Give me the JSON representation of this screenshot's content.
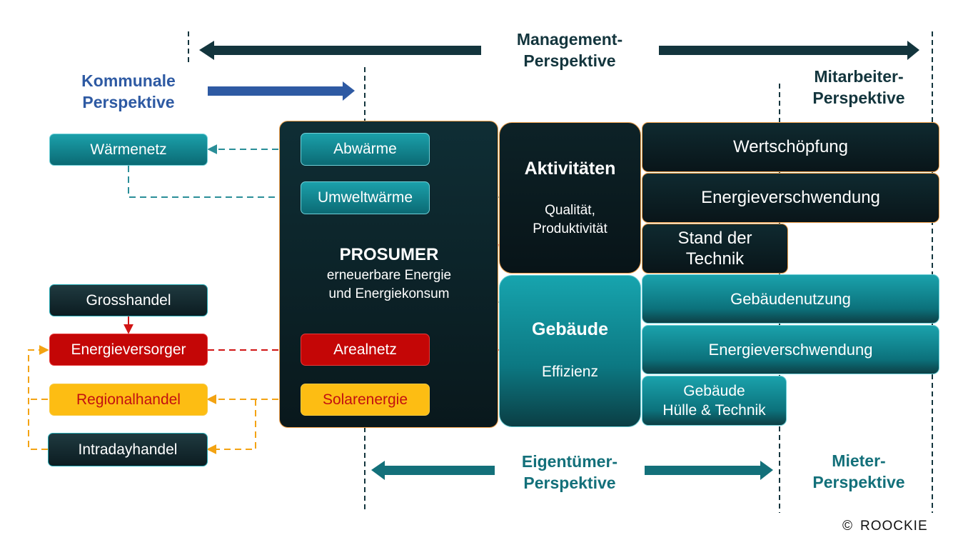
{
  "perspectives": {
    "management": "Management-\nPerspektive",
    "kommunale": "Kommunale\nPerspektive",
    "mitarbeiter": "Mitarbeiter-\nPerspektive",
    "eigentuemer": "Eigentümer-\nPerspektive",
    "mieter": "Mieter-\nPerspektive"
  },
  "left_boxes": {
    "waermenetz": "Wärmenetz",
    "grosshandel": "Grosshandel",
    "energieversorger": "Energieversorger",
    "regionalhandel": "Regionalhandel",
    "intradayhandel": "Intradayhandel"
  },
  "prosumer": {
    "title": "PROSUMER",
    "subtitle": "erneuerbare Energie\nund Energiekonsum",
    "abwaerme": "Abwärme",
    "umweltwaerme": "Umweltwärme",
    "arealnetz": "Arealnetz",
    "solarenergie": "Solarenergie"
  },
  "aktivitaeten": {
    "title": "Aktivitäten",
    "subtitle": "Qualität,\nProduktivität"
  },
  "gebaeude": {
    "title": "Gebäude",
    "subtitle": "Effizienz"
  },
  "right_boxes": {
    "wertschoepfung": "Wertschöpfung",
    "energieverschwendung_1": "Energieverschwendung",
    "stand_der_technik": "Stand der\nTechnik",
    "gebaeudenutzung": "Gebäudenutzung",
    "energieverschwendung_2": "Energieverschwendung",
    "huelle_technik": "Gebäude\nHülle & Technik"
  },
  "copyright": {
    "symbol": "©",
    "name": "ROOCKIE"
  },
  "colors": {
    "dark_teal": "#13353d",
    "blue": "#2e5aa3",
    "teal": "#13707a",
    "red": "#c40606",
    "yellow": "#fdbd13",
    "orange_border": "#f1a04a",
    "dash_teal": "#2a8e98",
    "dash_red": "#d11414",
    "dash_orange": "#f3a313"
  }
}
